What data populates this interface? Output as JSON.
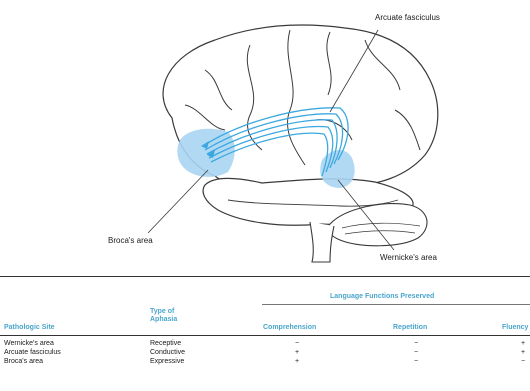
{
  "colors": {
    "outline": "#3a3a3a",
    "area_fill": "#a9d5f2",
    "fiber": "#3ba8e0",
    "header_text": "#4aa6cc"
  },
  "labels": {
    "arcuate": "Arcuate fasciculus",
    "broca": "Broca's area",
    "wernicke": "Wernicke's area"
  },
  "table": {
    "group_header": "Language Functions Preserved",
    "col_site": "Pathologic Site",
    "col_type_line1": "Type of",
    "col_type_line2": "Aphasia",
    "col_comp": "Comprehension",
    "col_rep": "Repetition",
    "col_flu": "Fluency",
    "rows": [
      {
        "site": "Wernicke's area",
        "type": "Receptive",
        "comp": "−",
        "rep": "−",
        "flu": "+"
      },
      {
        "site": "Arcuate fasciculus",
        "type": "Conductive",
        "comp": "+",
        "rep": "−",
        "flu": "+"
      },
      {
        "site": "Broca's area",
        "type": "Expressive",
        "comp": "+",
        "rep": "−",
        "flu": "−"
      }
    ]
  }
}
